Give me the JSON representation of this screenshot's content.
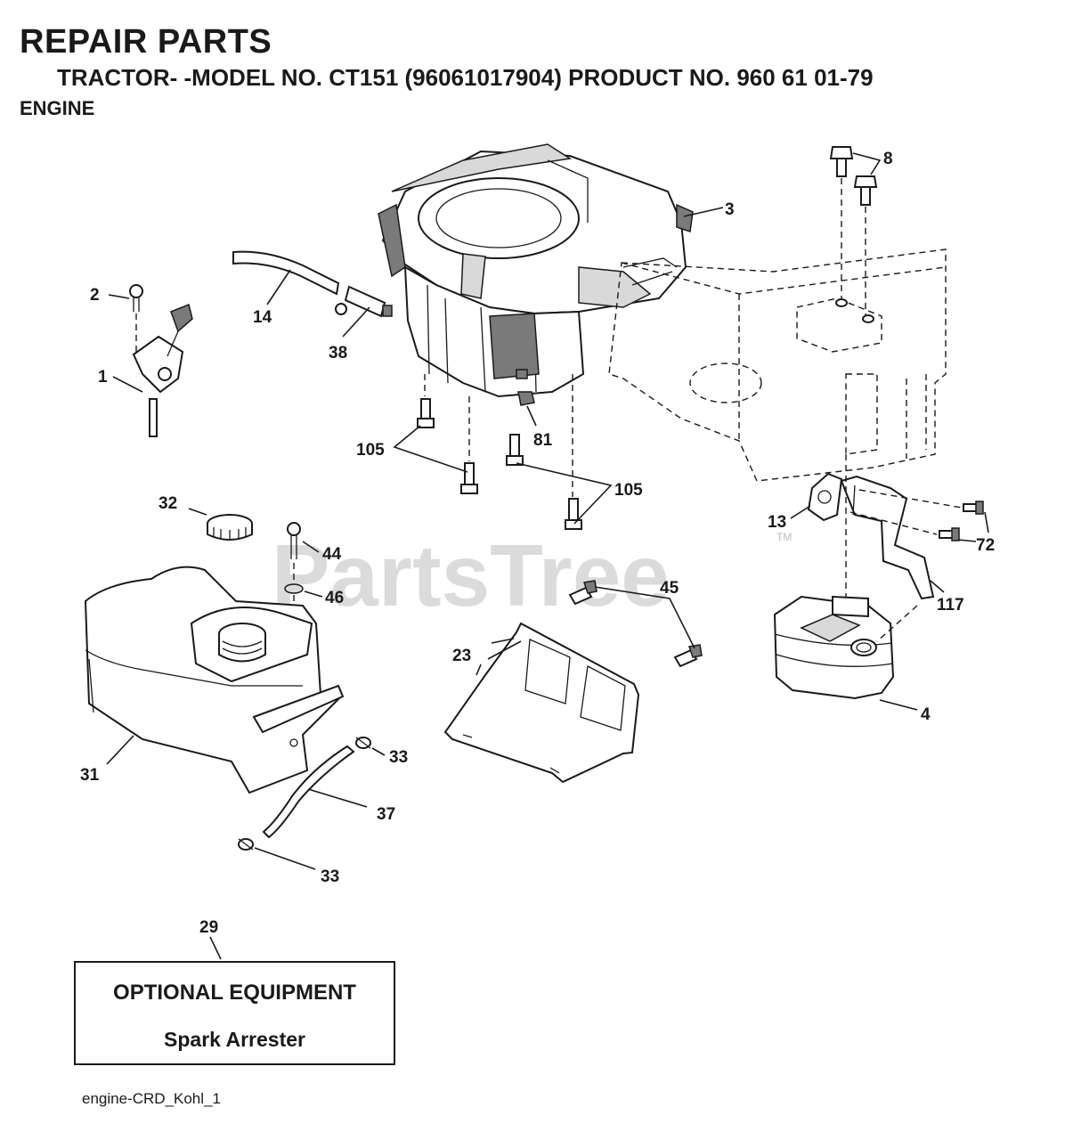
{
  "header": {
    "title": "REPAIR PARTS",
    "subtitle": "TRACTOR- -MODEL NO. CT151 (96061017904) PRODUCT NO. 960 61 01-79",
    "section": "ENGINE"
  },
  "watermark": {
    "text": "PartsTree",
    "tm": "TM"
  },
  "callouts": {
    "c2": "2",
    "c1": "1",
    "c14": "14",
    "c38": "38",
    "c3": "3",
    "c8": "8",
    "c105a": "105",
    "c81": "81",
    "c105b": "105",
    "c32": "32",
    "c44": "44",
    "c46": "46",
    "c13": "13",
    "c72": "72",
    "c45": "45",
    "c117": "117",
    "c23": "23",
    "c4": "4",
    "c31": "31",
    "c33a": "33",
    "c37": "37",
    "c33b": "33",
    "c29": "29"
  },
  "optional_equipment": {
    "title": "OPTIONAL EQUIPMENT",
    "item": "Spark Arrester"
  },
  "footer": {
    "code": "engine-CRD_Kohl_1"
  }
}
